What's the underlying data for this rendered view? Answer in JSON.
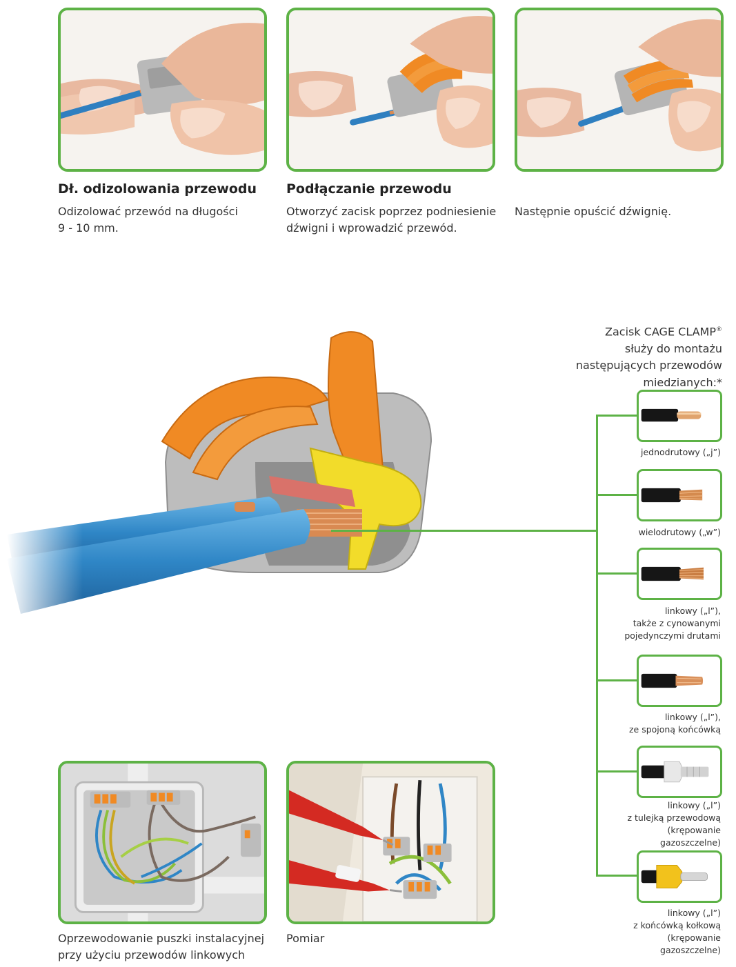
{
  "steps": [
    {
      "title": "Dł. odizolowania przewodu",
      "text": "Odizolować przewód na długości\n9 - 10 mm."
    },
    {
      "title": "Podłączanie przewodu",
      "text": "Otworzyć zacisk poprzez podniesienie\ndźwigni i wprowadzić przewód."
    },
    {
      "title": "",
      "text": "Następnie opuścić dźwignię."
    }
  ],
  "cage_clamp": {
    "intro_line1": "Zacisk CAGE CLAMP",
    "registered_mark": "®",
    "intro_rest": "służy do montażu\nnastępujących przewodów\nmiedzianych:*"
  },
  "wire_types": [
    "jednodrutowy („j”)",
    "wielodrutowy („w”)",
    "linkowy („l”),\ntakże z cynowanymi\npojedynczymi drutami",
    "linkowy („l”),\nze spojoną końcówką",
    "linkowy („l”)\nz tulejką przewodową\n(krępowanie\ngazoszczelne)",
    "linkowy („l”)\nz końcówką kołkową\n(krępowanie\ngazoszczelne)"
  ],
  "captions": [
    "Oprzewodowanie puszki instalacyjnej\nprzy użyciu przewodów linkowych",
    "Pomiar"
  ],
  "colors": {
    "accent_green": "#5db246",
    "connector_orange": "#f08a24",
    "wire_blue": "#2f86c6",
    "copper": "#d98a52",
    "housing_grey": "#b9b9b9"
  }
}
